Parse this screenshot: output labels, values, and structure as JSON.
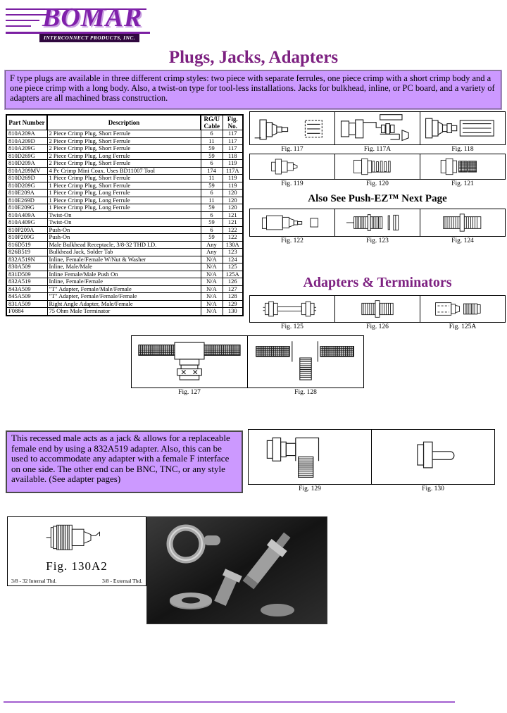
{
  "logo": {
    "brand": "BOMAR",
    "tagline": "INTERCONNECT PRODUCTS, INC."
  },
  "page_title": "Plugs, Jacks, Adapters",
  "intro_text": "F type plugs are available in three different crimp styles: two piece with separate ferrules, one piece crimp with a short crimp body and a one piece crimp with a long body. Also, a twist-on type for tool-less installations. Jacks for bulkhead, inline, or PC board, and a variety of adapters are all machined brass construction.",
  "table": {
    "headers": [
      "Part Number",
      "Description",
      "RG/U Cable",
      "Fig. No."
    ],
    "rows": [
      [
        "810A209A",
        "2 Piece Crimp Plug, Short Ferrule",
        "6",
        "117"
      ],
      [
        "810A209D",
        "2 Piece Crimp Plug, Short Ferrule",
        "11",
        "117"
      ],
      [
        "810A209G",
        "2 Piece Crimp Plug, Short Ferrule",
        "59",
        "117"
      ],
      [
        "810D269G",
        "2 Piece Crimp Plug, Long Ferrule",
        "59",
        "118"
      ],
      [
        "810D209A",
        "2 Piece Crimp Plug, Short Ferrule",
        "6",
        "119"
      ],
      [
        "810A209MV",
        "4 Pc Crimp Mini Coax. Uses BD11007 Tool",
        "174",
        "117A"
      ],
      [
        "810D269D",
        "1 Piece Crimp Plug, Short Ferrule",
        "11",
        "119"
      ],
      [
        "810D209G",
        "1 Piece Crimp Plug, Short Ferrule",
        "59",
        "119"
      ],
      [
        "810E209A",
        "1 Piece Crimp Plug, Long Ferrule",
        "6",
        "120"
      ],
      [
        "810E269D",
        "1 Piece Crimp Plug, Long Ferrule",
        "11",
        "120"
      ],
      [
        "810E209G",
        "1 Piece Crimp Plug, Long Ferrule",
        "59",
        "120"
      ],
      [
        "810A409A",
        "Twist-On",
        "6",
        "121"
      ],
      [
        "810A409G",
        "Twist-On",
        "59",
        "121"
      ],
      [
        "810P209A",
        "Push-On",
        "6",
        "122"
      ],
      [
        "810P209G",
        "Push-On",
        "59",
        "122"
      ],
      [
        "816D519",
        "Male Bulkhead Receptacle, 3/8-32 THD I.D.",
        "Any",
        "130A"
      ],
      [
        "826B519",
        "Bulkhead Jack, Solder Tab",
        "Any",
        "123"
      ],
      [
        "832A519N",
        "Inline, Female/Female W/Nut & Washer",
        "N/A",
        "124"
      ],
      [
        "830A509",
        "Inline, Male/Male",
        "N/A",
        "125"
      ],
      [
        "831D509",
        "Inline Female/Male Push On",
        "N/A",
        "125A"
      ],
      [
        "832A519",
        "Inline, Female/Female",
        "N/A",
        "126"
      ],
      [
        "843A509",
        "\"T\" Adapter, Female/Male/Female",
        "N/A",
        "127"
      ],
      [
        "845A509",
        "\"T\" Adapter, Female/Female/Female",
        "N/A",
        "128"
      ],
      [
        "831A509",
        "Right Angle Adapter, Male/Female",
        "N/A",
        "129"
      ],
      [
        "F0884",
        "75 Ohm Male Terminator",
        "N/A",
        "130"
      ]
    ]
  },
  "also_see": "Also See Push-EZ™ Next Page",
  "adapters_heading": "Adapters & Terminators",
  "figures": {
    "row1": [
      {
        "id": "117",
        "caption": "Fig. 117"
      },
      {
        "id": "117A",
        "caption": "Fig. 117A"
      },
      {
        "id": "118",
        "caption": "Fig. 118"
      }
    ],
    "row2": [
      {
        "id": "119",
        "caption": "Fig. 119"
      },
      {
        "id": "120",
        "caption": "Fig. 120"
      },
      {
        "id": "121",
        "caption": "Fig. 121"
      }
    ],
    "row3": [
      {
        "id": "122",
        "caption": "Fig. 122"
      },
      {
        "id": "123",
        "caption": "Fig. 123"
      },
      {
        "id": "124",
        "caption": "Fig. 124"
      }
    ],
    "row4": [
      {
        "id": "125",
        "caption": "Fig. 125"
      },
      {
        "id": "126",
        "caption": "Fig. 126"
      },
      {
        "id": "125A",
        "caption": "Fig. 125A"
      }
    ],
    "trow": [
      {
        "id": "127",
        "caption": "Fig. 127"
      },
      {
        "id": "128",
        "caption": "Fig. 128"
      }
    ],
    "rlrow": [
      {
        "id": "129",
        "caption": "Fig. 129"
      },
      {
        "id": "130",
        "caption": "Fig. 130"
      }
    ]
  },
  "info_box": "This recessed male acts as a jack & allows for a replaceable female end by using a 832A519 adapter. Also, this can be used to accommodate any adapter with a female F interface on one side. The other end can be BNC, TNC, or any style available. (See adapter pages)",
  "fig130a2": {
    "caption": "Fig. 130A2",
    "note_left": "3/8 - 32 Internal Thd.",
    "note_right": "3/8 - External Thd."
  },
  "colors": {
    "accent": "#7d2181",
    "panel": "#cc99ff",
    "rule": "#b57fd9",
    "logo": "#7b1fa2"
  }
}
